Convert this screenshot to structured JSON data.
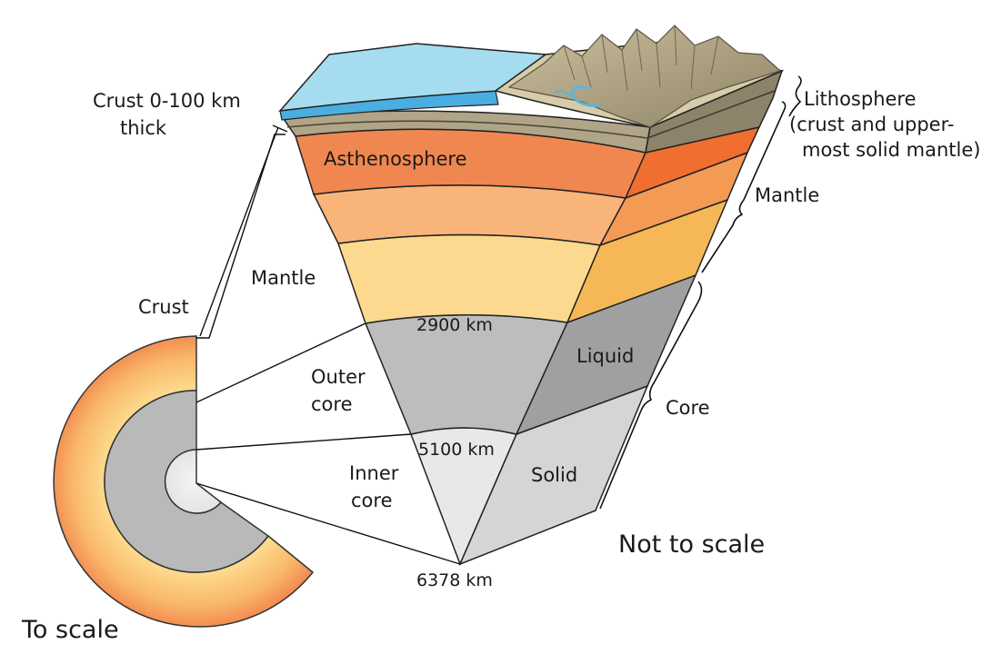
{
  "labels": {
    "crust_thickness_line1": "Crust 0-100 km",
    "crust_thickness_line2": "thick",
    "asthenosphere": "Asthenosphere",
    "lithosphere_line1": "Lithosphere",
    "lithosphere_line2": "(crust and upper-",
    "lithosphere_line3": "most solid mantle)",
    "mantle_right": "Mantle",
    "mantle_left": "Mantle",
    "crust": "Crust",
    "depth_mantle_core": "2900 km",
    "liquid": "Liquid",
    "outer_core_line1": "Outer",
    "outer_core_line2": "core",
    "core": "Core",
    "depth_outer_inner": "5100 km",
    "inner_core_line1": "Inner",
    "inner_core_line2": "core",
    "solid": "Solid",
    "not_to_scale": "Not to scale",
    "depth_center": "6378 km",
    "to_scale": "To scale"
  },
  "colors": {
    "ocean": "#a6dcef",
    "ocean_deep": "#4aaee0",
    "crust": "#b0a588",
    "crust_dark": "#7a705a",
    "asthenosphere": "#f08750",
    "mantle_mid": "#f9b47a",
    "mantle_low": "#fcd98e",
    "outer_core": "#bdbdbd",
    "outer_core_side": "#9c9c9c",
    "inner_core": "#e6e6e6",
    "inner_core_side": "#cfcfcf"
  }
}
